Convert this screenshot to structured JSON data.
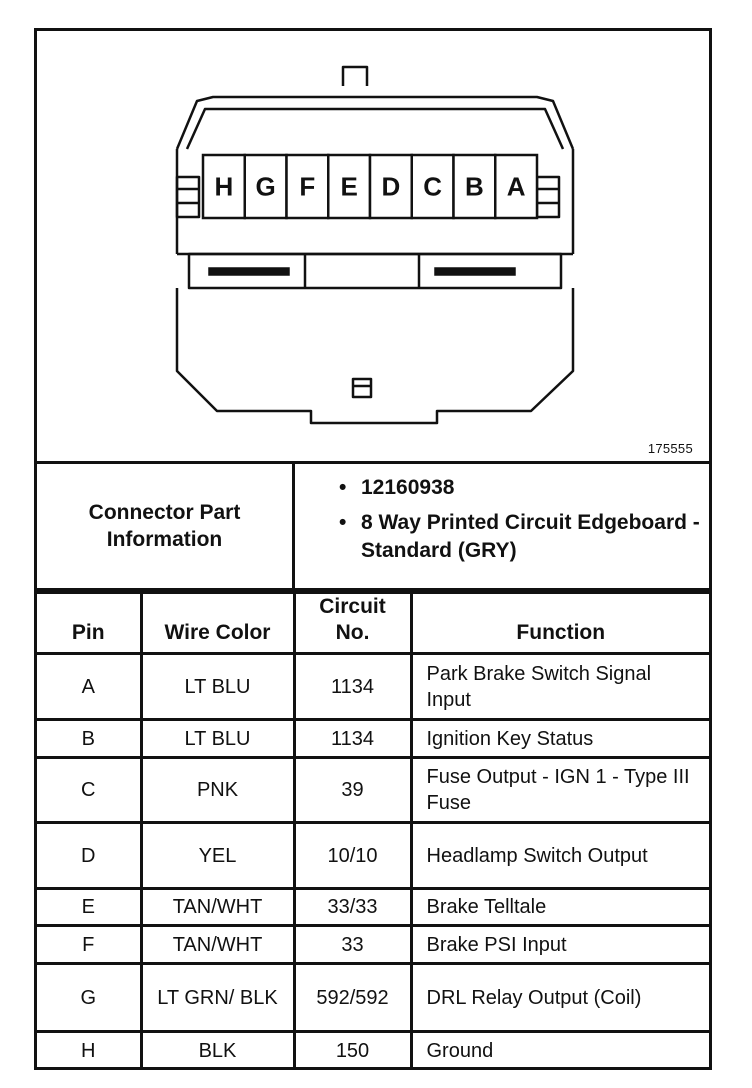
{
  "drawing": {
    "figure_id": "175555",
    "pin_letters": [
      "H",
      "G",
      "F",
      "E",
      "D",
      "C",
      "B",
      "A"
    ]
  },
  "connector_info": {
    "label": "Connector Part Information",
    "details": [
      "12160938",
      "8 Way Printed Circuit Edgeboard - Standard (GRY)"
    ]
  },
  "pin_table": {
    "headers": {
      "pin": "Pin",
      "wire_color": "Wire Color",
      "circuit_no": "Circuit No.",
      "function": "Function"
    },
    "rows": [
      {
        "pin": "A",
        "wire_color": "LT BLU",
        "circuit": "1134",
        "function": "Park Brake Switch Signal Input"
      },
      {
        "pin": "B",
        "wire_color": "LT BLU",
        "circuit": "1134",
        "function": "Ignition Key Status"
      },
      {
        "pin": "C",
        "wire_color": "PNK",
        "circuit": "39",
        "function": "Fuse Output - IGN 1 - Type III Fuse"
      },
      {
        "pin": "D",
        "wire_color": "YEL",
        "circuit": "10/10",
        "function": "Headlamp Switch Output"
      },
      {
        "pin": "E",
        "wire_color": "TAN/WHT",
        "circuit": "33/33",
        "function": "Brake Telltale"
      },
      {
        "pin": "F",
        "wire_color": "TAN/WHT",
        "circuit": "33",
        "function": "Brake PSI Input"
      },
      {
        "pin": "G",
        "wire_color": "LT GRN/ BLK",
        "circuit": "592/592",
        "function": "DRL Relay Output (Coil)"
      },
      {
        "pin": "H",
        "wire_color": "BLK",
        "circuit": "150",
        "function": "Ground"
      }
    ]
  }
}
